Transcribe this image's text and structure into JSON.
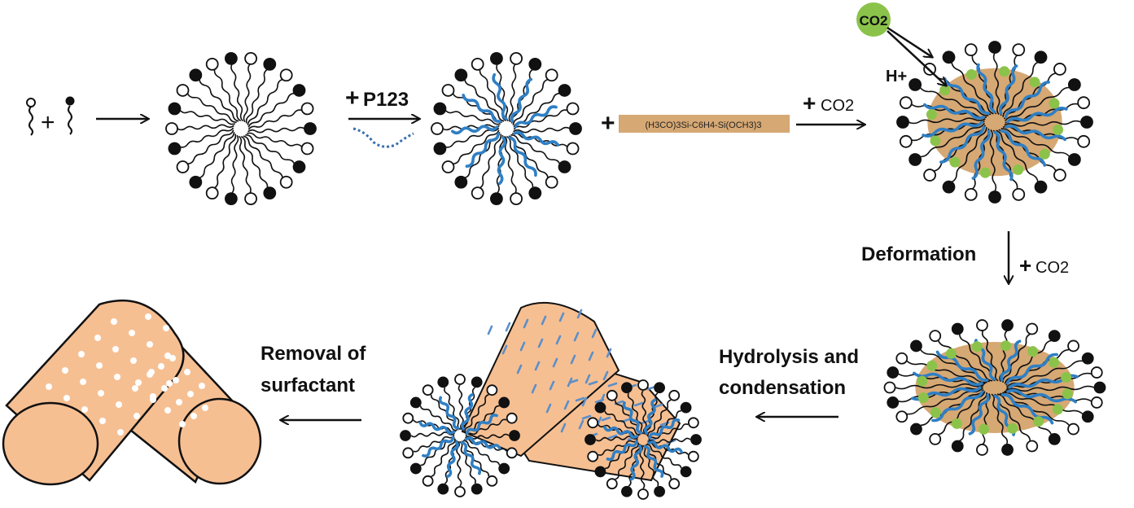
{
  "labels": {
    "plus_p123_sign": "+",
    "plus_p123": "P123",
    "plus_precursor_sign": "+",
    "precursor": "(H3CO)3Si-C6H4-Si(OCH3)3",
    "plus_co2_1_sign": "+",
    "plus_co2_1": "CO2",
    "co2_bubble": "CO2",
    "h_plus": "H+",
    "deformation": "Deformation",
    "plus_co2_2_sign": "+",
    "plus_co2_2": "CO2",
    "hydrolysis_line1": "Hydrolysis and",
    "hydrolysis_line2": "condensation",
    "removal_line1": "Removal of",
    "removal_line2": "surfactant",
    "plus_mix": "+"
  },
  "colors": {
    "stroke": "#111111",
    "p123_blue": "#2f7fc4",
    "silica_tan": "#d6a874",
    "co2_green": "#8bc34a",
    "cylinder_fill": "#f6bf92",
    "pore_dot": "#ffffff",
    "silica_dash": "#5b8fc9"
  }
}
